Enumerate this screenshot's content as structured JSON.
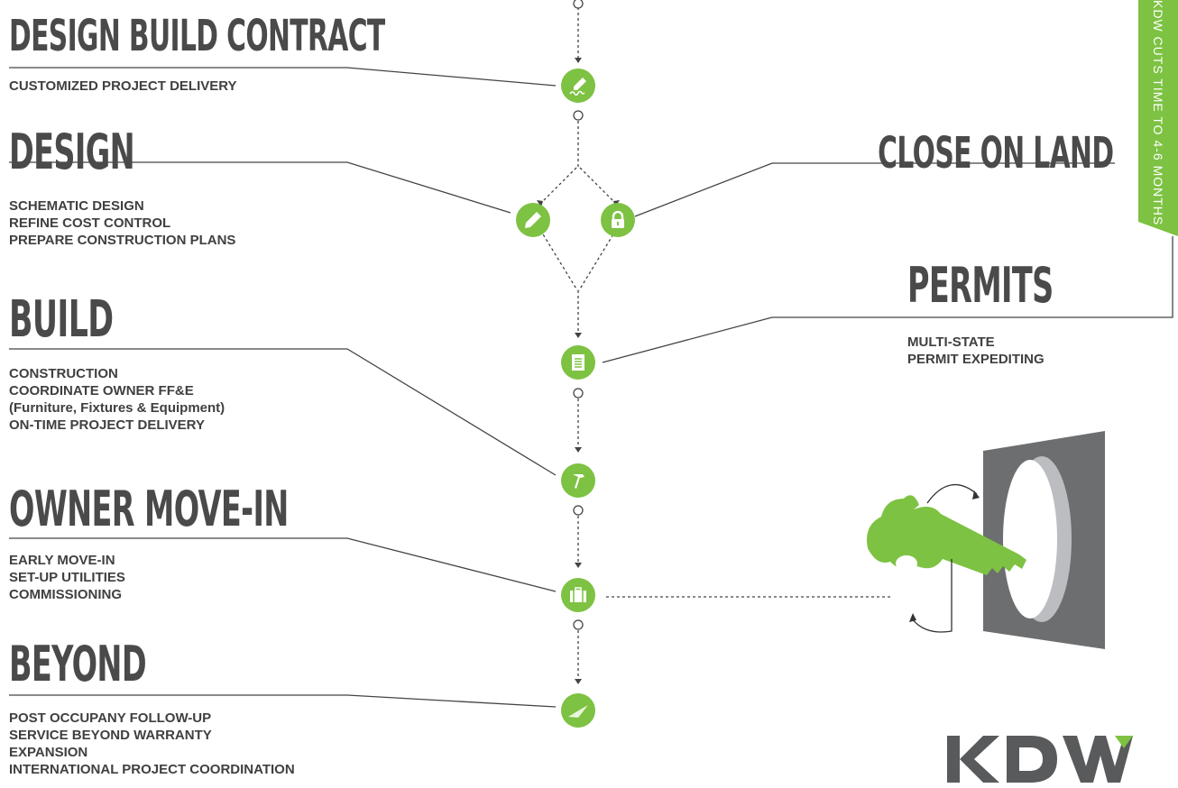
{
  "stages": {
    "contract": {
      "title": "DESIGN BUILD CONTRACT",
      "lines": [
        "CUSTOMIZED PROJECT DELIVERY"
      ],
      "icon": "signature-pen-icon"
    },
    "design": {
      "title": "DESIGN",
      "lines": [
        "SCHEMATIC DESIGN",
        "REFINE COST CONTROL",
        "PREPARE CONSTRUCTION PLANS"
      ],
      "icon": "pencil-icon"
    },
    "close_land": {
      "title": "CLOSE ON LAND",
      "icon": "lock-icon"
    },
    "permits": {
      "title": "PERMITS",
      "lines": [
        "MULTI-STATE",
        "PERMIT EXPEDITING"
      ],
      "icon": "document-icon"
    },
    "build": {
      "title": "BUILD",
      "lines": [
        "CONSTRUCTION",
        "COORDINATE OWNER FF&E",
        "(Furniture, Fixtures & Equipment)",
        "ON-TIME PROJECT DELIVERY"
      ],
      "icon": "hammer-icon"
    },
    "move_in": {
      "title": "OWNER MOVE-IN",
      "lines": [
        "EARLY MOVE-IN",
        "SET-UP UTILITIES",
        "COMMISSIONING"
      ],
      "icon": "briefcase-icon"
    },
    "beyond": {
      "title": "BEYOND",
      "lines": [
        "POST OCCUPANY FOLLOW-UP",
        "SERVICE BEYOND WARRANTY",
        "EXPANSION",
        "INTERNATIONAL PROJECT COORDINATION"
      ],
      "icon": "paper-plane-icon"
    }
  },
  "banner": {
    "text": "KDW CUTS TIME TO 4-6 MONTHS"
  },
  "logo": {
    "text": "KDW"
  },
  "colors": {
    "accent": "#7dc242",
    "text": "#404040",
    "line": "#555555"
  }
}
